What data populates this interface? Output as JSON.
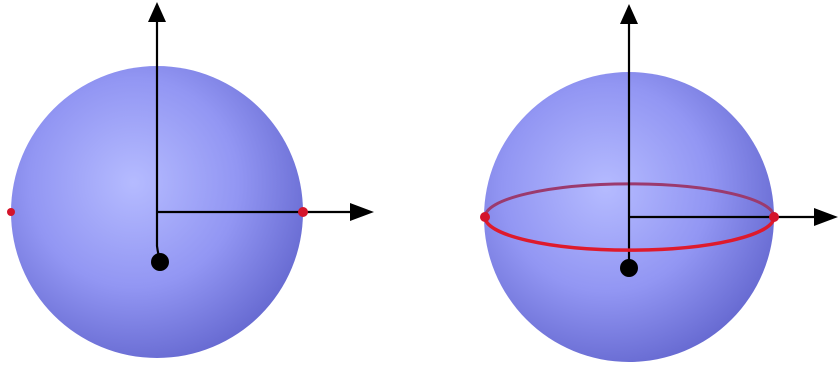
{
  "colors": {
    "background": "#ffffff",
    "sphere_light": "#aeb4ff",
    "sphere_mid": "#8c90f1",
    "sphere_dark": "#6669d2",
    "axis": "#000000",
    "marker": "#d4142b",
    "ring_front": "#de1a2c",
    "ring_back": "#9b3a6e",
    "origin_dot": "#000000"
  },
  "panels": [
    {
      "id": "left",
      "axes": [
        "vertical-axis-arrow",
        "horizontal-axis-arrow",
        "depth-axis-to-dot"
      ],
      "markers": [
        "left-equator-point",
        "right-equator-point"
      ],
      "ring": false
    },
    {
      "id": "right",
      "axes": [
        "vertical-axis-arrow",
        "horizontal-axis-arrow",
        "depth-axis-to-dot"
      ],
      "markers": [
        "left-equator-point",
        "right-equator-point"
      ],
      "ring": true
    }
  ]
}
